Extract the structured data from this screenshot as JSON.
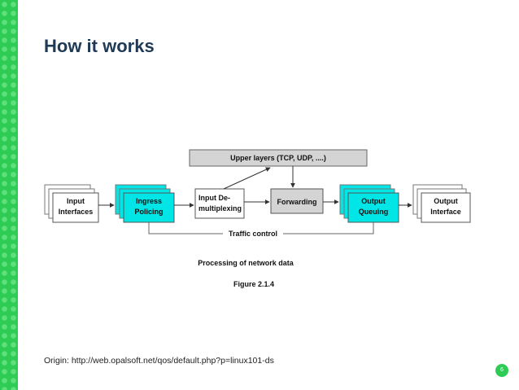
{
  "slide": {
    "title": "How it works",
    "origin_text": "Origin: http://web.opalsoft.net/qos/default.php?p=linux101-ds",
    "page_number": "6"
  },
  "diagram": {
    "upper_layers": "Upper layers (TCP, UDP, ....)",
    "input_interfaces": [
      "Input",
      "Interfaces"
    ],
    "ingress_policing": [
      "Ingress",
      "Policing"
    ],
    "input_demux": [
      "Input De-",
      "multiplexing"
    ],
    "forwarding": "Forwarding",
    "output_queuing": [
      "Output",
      "Queuing"
    ],
    "output_interface": [
      "Output",
      "Interface"
    ],
    "traffic_control": "Traffic control",
    "caption_1": "Processing of network data",
    "caption_2": "Figure 2.1.4",
    "colors": {
      "highlight": "#00e5e5",
      "box_gray": "#d4d4d4",
      "strip_green": "#2ecc55"
    }
  }
}
